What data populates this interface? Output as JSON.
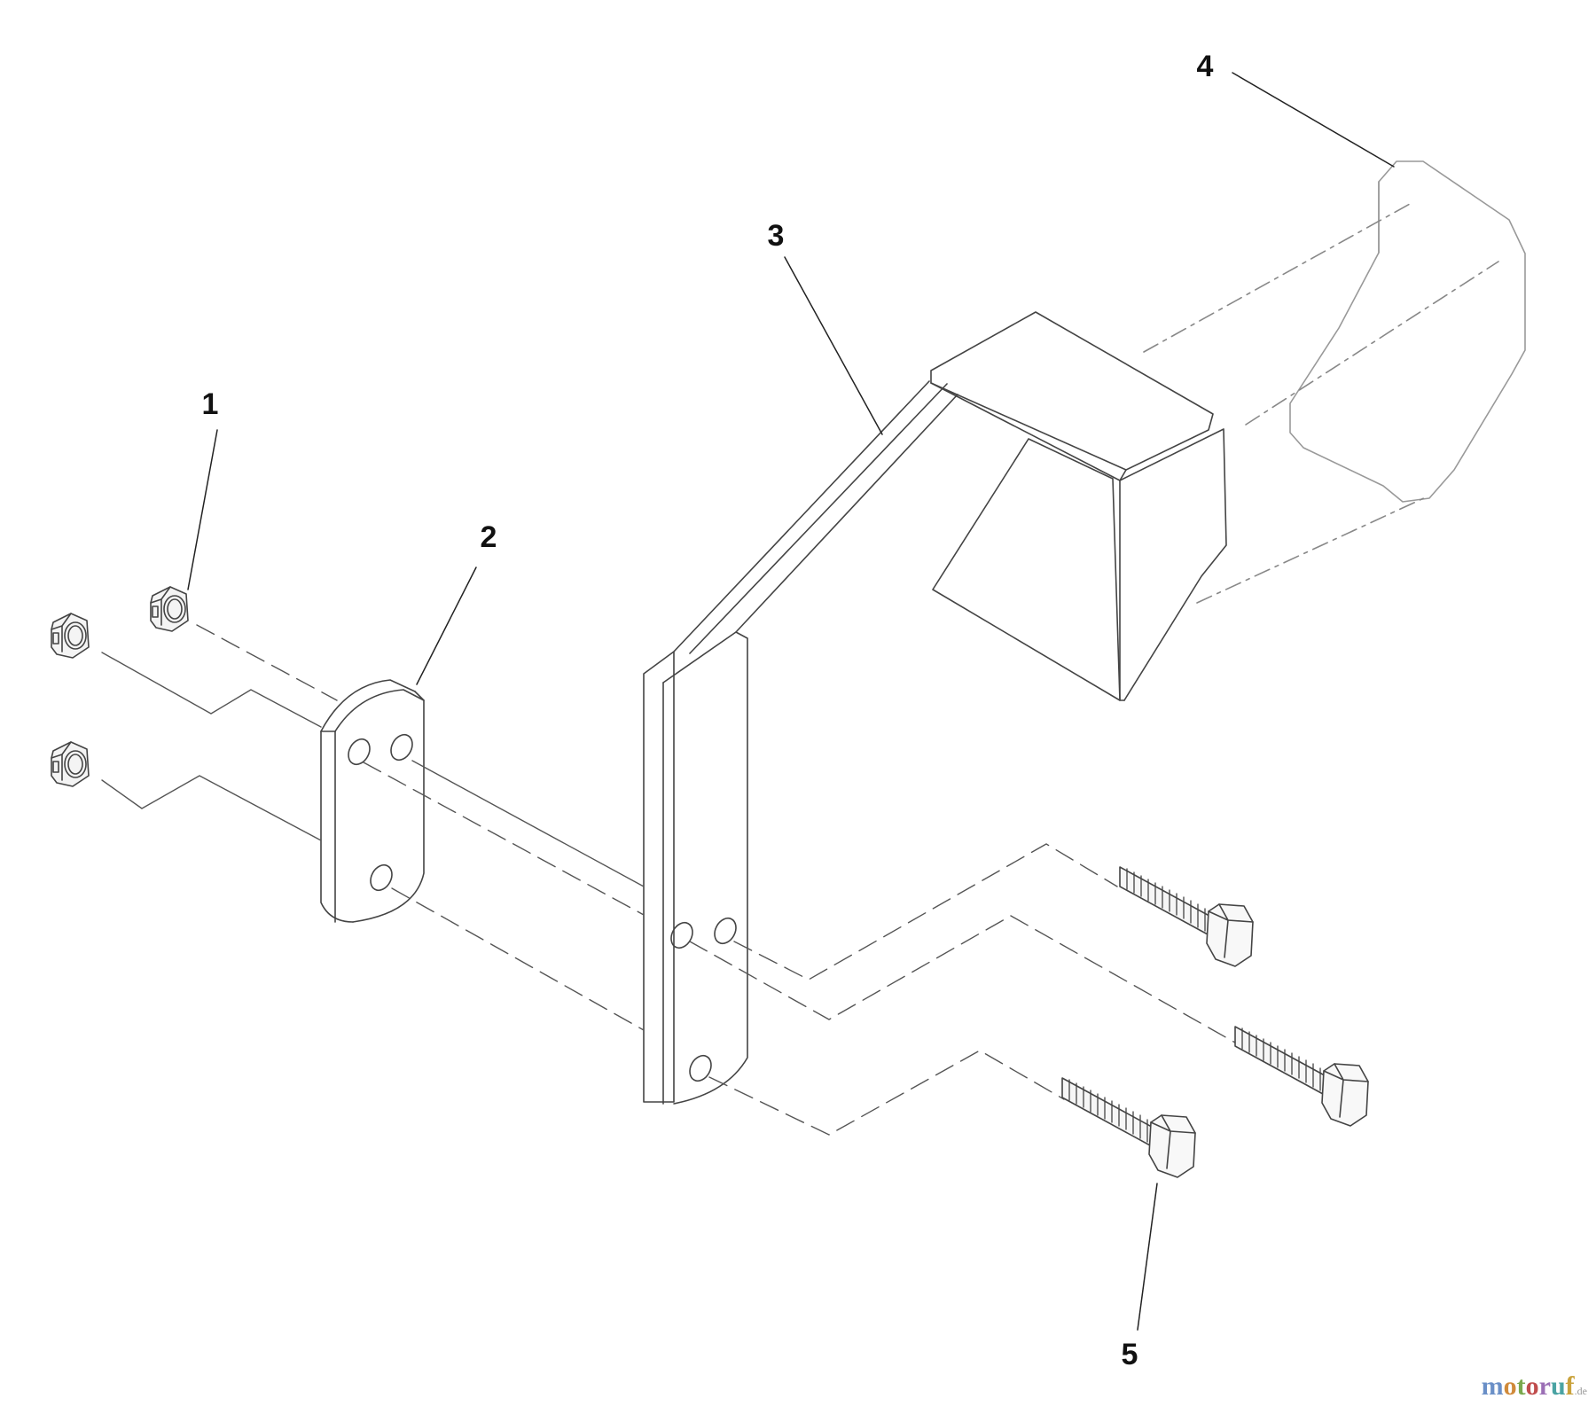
{
  "diagram": {
    "callouts": [
      {
        "label": "1"
      },
      {
        "label": "2"
      },
      {
        "label": "3"
      },
      {
        "label": "4"
      },
      {
        "label": "5"
      }
    ]
  },
  "watermark": {
    "text": "motoruf",
    "tld": ".de",
    "colors": [
      "#6a8fc7",
      "#d08a3a",
      "#7aa84e",
      "#c04d4d",
      "#9b6fb5",
      "#4aa3a3",
      "#c9a23c"
    ]
  }
}
